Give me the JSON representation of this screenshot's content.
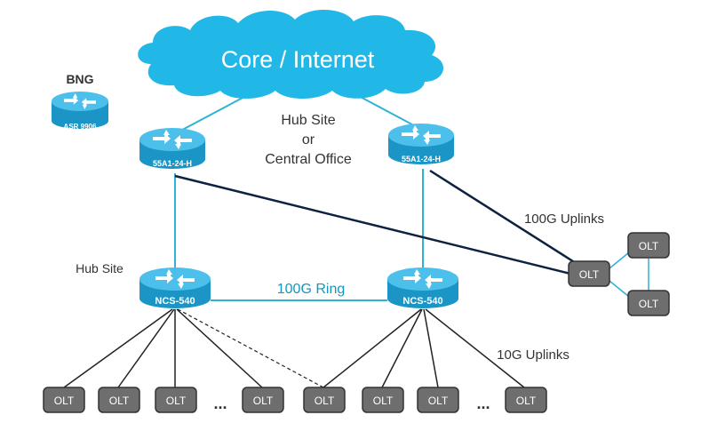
{
  "cloud": {
    "label": "Core / Internet",
    "fill": "#21b8e8"
  },
  "bng": {
    "title": "BNG",
    "router_label": "ASR 9906"
  },
  "hub_office": {
    "line1": "Hub Site",
    "line2": "or",
    "line3": "Central Office"
  },
  "hub_site_label": "Hub Site",
  "core_routers": {
    "left_label": "55A1-24-H",
    "right_label": "55A1-24-H"
  },
  "agg_routers": {
    "left_label": "NCS-540",
    "right_label": "NCS-540"
  },
  "links": {
    "ring_label": "100G Ring",
    "uplinks_100g_label": "100G Uplinks",
    "uplinks_10g_label": "10G Uplinks"
  },
  "olt_label": "OLT",
  "ellipsis": "...",
  "colors": {
    "router_fill": "#1b95c6",
    "router_top": "#4cc0ea",
    "cyan_link": "#2eb3d6",
    "dark_link": "#0c2240",
    "olt_fill": "#6e6e6e",
    "olt_border": "#333333",
    "label_text": "#333333",
    "ring_text": "#1795c0"
  }
}
